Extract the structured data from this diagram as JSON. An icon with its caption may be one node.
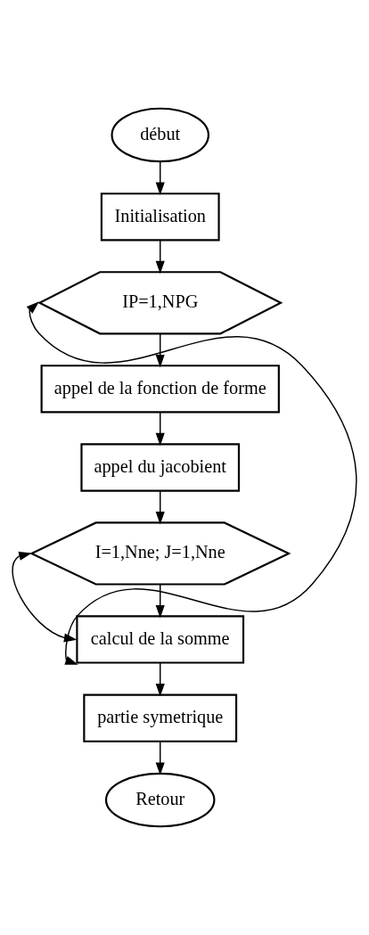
{
  "diagram": {
    "nodes": [
      {
        "text": [
          "début"
        ]
      },
      {
        "text": [
          "Initialisation"
        ]
      },
      {
        "text": [
          "IP=1,NPG"
        ]
      },
      {
        "text": [
          "appel de la fonction de forme"
        ]
      },
      {
        "text": [
          "appel du jacobient"
        ]
      },
      {
        "text": [
          "I=1,Nne; J=1,Nne"
        ]
      },
      {
        "text": [
          "calcul de la somme"
        ]
      },
      {
        "text": [
          "partie symetrique"
        ]
      },
      {
        "text": [
          "Retour"
        ]
      }
    ],
    "edges": [
      {
        "from": 0,
        "to": 1,
        "arrow": "to"
      },
      {
        "from": 1,
        "to": 2,
        "arrow": "to"
      },
      {
        "from": 2,
        "to": 3,
        "arrow": "to"
      },
      {
        "from": 3,
        "to": 4,
        "arrow": "to"
      },
      {
        "from": 4,
        "to": 5,
        "arrow": "to"
      },
      {
        "from": 5,
        "to": 6,
        "arrow": "to"
      },
      {
        "from": 6,
        "to": 7,
        "arrow": "to"
      },
      {
        "from": 7,
        "to": 8,
        "arrow": "to"
      },
      {
        "from": 6,
        "to": 2,
        "arrow": "both"
      },
      {
        "from": 6,
        "to": 5,
        "arrow": "both"
      }
    ]
  }
}
